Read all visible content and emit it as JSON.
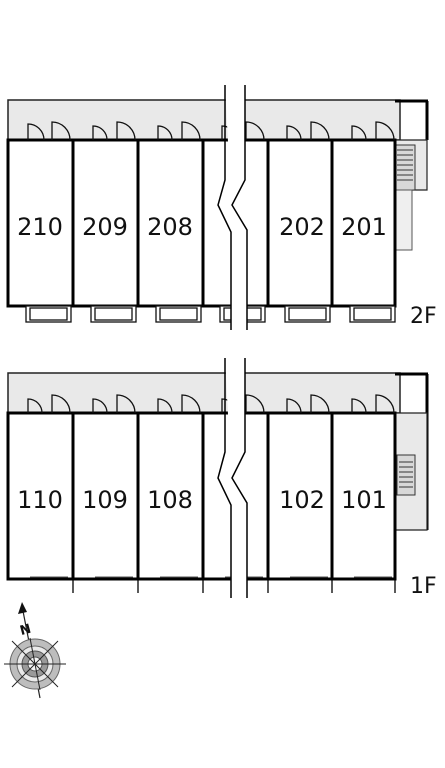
{
  "floors": [
    {
      "label": "2F",
      "units": [
        "210",
        "209",
        "208",
        "",
        "202",
        "201"
      ]
    },
    {
      "label": "1F",
      "units": [
        "110",
        "109",
        "108",
        "",
        "102",
        "101"
      ]
    }
  ],
  "compass": {
    "north_label": "N",
    "icon": "compass-rose-icon"
  },
  "colors": {
    "corridor": "#e9e9e9",
    "wall": "#000000",
    "stair": "#cfcfcf"
  }
}
